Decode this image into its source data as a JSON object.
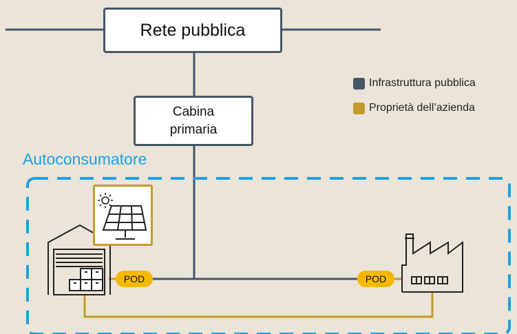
{
  "nodes": {
    "rete_pubblica": "Rete pubblica",
    "cabina_primaria": "Cabina\nprimaria"
  },
  "group": {
    "title": "Autoconsumatore"
  },
  "legend": {
    "items": [
      {
        "label": "Infrastruttura pubblica",
        "color": "#475569"
      },
      {
        "label": "Proprietà dell’azienda",
        "color": "#c49a2c"
      }
    ]
  },
  "connectors": {
    "pod_left": "POD",
    "pod_right": "POD"
  },
  "colors": {
    "background": "#ebe4d8",
    "public_line": "#475569",
    "company_line": "#c49a2c",
    "group_border": "#1ba1e2",
    "pod_fill": "#f5b900"
  },
  "icons": [
    "warehouse-icon",
    "solar-panel-icon",
    "sun-icon",
    "factory-icon"
  ]
}
